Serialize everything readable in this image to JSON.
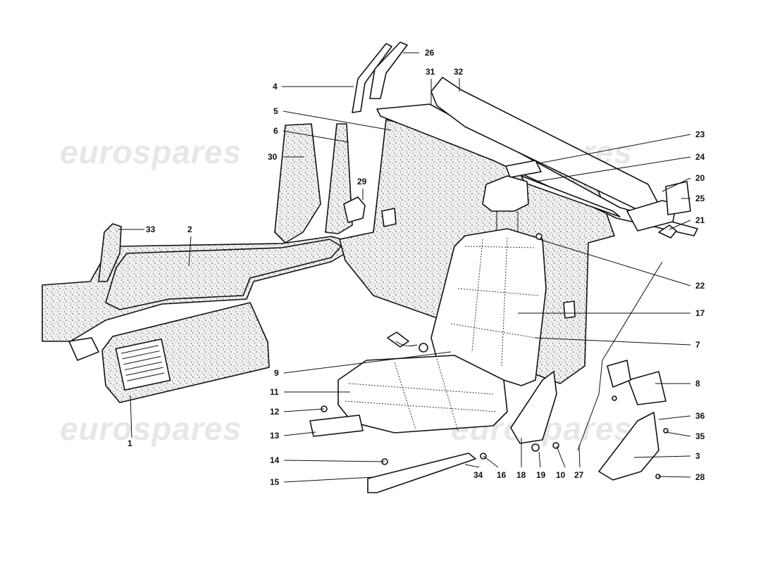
{
  "watermark": {
    "text": "eurospares",
    "color": "#e7e7e7"
  },
  "callouts": [
    {
      "id": "p1",
      "label": "1"
    },
    {
      "id": "p2",
      "label": "2"
    },
    {
      "id": "p3",
      "label": "3"
    },
    {
      "id": "p4",
      "label": "4"
    },
    {
      "id": "p5",
      "label": "5"
    },
    {
      "id": "p6",
      "label": "6"
    },
    {
      "id": "p7",
      "label": "7"
    },
    {
      "id": "p8",
      "label": "8"
    },
    {
      "id": "p9",
      "label": "9"
    },
    {
      "id": "p10",
      "label": "10"
    },
    {
      "id": "p11",
      "label": "11"
    },
    {
      "id": "p12",
      "label": "12"
    },
    {
      "id": "p13",
      "label": "13"
    },
    {
      "id": "p14",
      "label": "14"
    },
    {
      "id": "p15",
      "label": "15"
    },
    {
      "id": "p16",
      "label": "16"
    },
    {
      "id": "p17",
      "label": "17"
    },
    {
      "id": "p18",
      "label": "18"
    },
    {
      "id": "p19",
      "label": "19"
    },
    {
      "id": "p20",
      "label": "20"
    },
    {
      "id": "p21",
      "label": "21"
    },
    {
      "id": "p22",
      "label": "22"
    },
    {
      "id": "p23",
      "label": "23"
    },
    {
      "id": "p24",
      "label": "24"
    },
    {
      "id": "p25",
      "label": "25"
    },
    {
      "id": "p26",
      "label": "26"
    },
    {
      "id": "p27",
      "label": "27"
    },
    {
      "id": "p28",
      "label": "28"
    },
    {
      "id": "p29",
      "label": "29"
    },
    {
      "id": "p30",
      "label": "30"
    },
    {
      "id": "p31",
      "label": "31"
    },
    {
      "id": "p32",
      "label": "32"
    },
    {
      "id": "p33",
      "label": "33"
    },
    {
      "id": "p34",
      "label": "34"
    },
    {
      "id": "p35",
      "label": "35"
    },
    {
      "id": "p36",
      "label": "36"
    }
  ]
}
